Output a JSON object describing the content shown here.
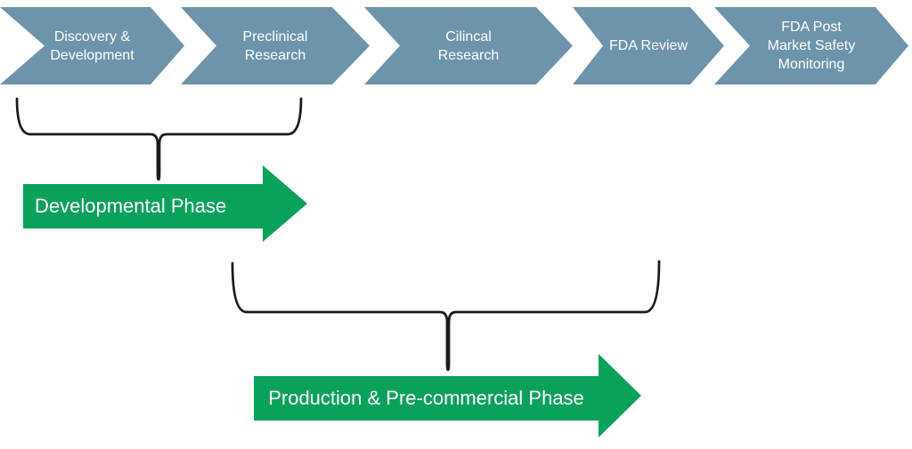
{
  "diagram": {
    "colors": {
      "chevron": "#6D94AB",
      "arrow_green": "#0AA15B",
      "brace": "#1A1A1A",
      "label_text": "#FFFFFF",
      "background": "#FFFFFF"
    },
    "chevrons": [
      {
        "label": "Discovery &\nDevelopment"
      },
      {
        "label": "Preclinical\nResearch"
      },
      {
        "label": "Cilincal\nResearch"
      },
      {
        "label": "FDA Review"
      },
      {
        "label": "FDA Post\nMarket Safety\nMonitoring"
      }
    ],
    "phases": [
      {
        "label": "Developmental Phase"
      },
      {
        "label": "Production & Pre-commercial Phase"
      }
    ]
  }
}
